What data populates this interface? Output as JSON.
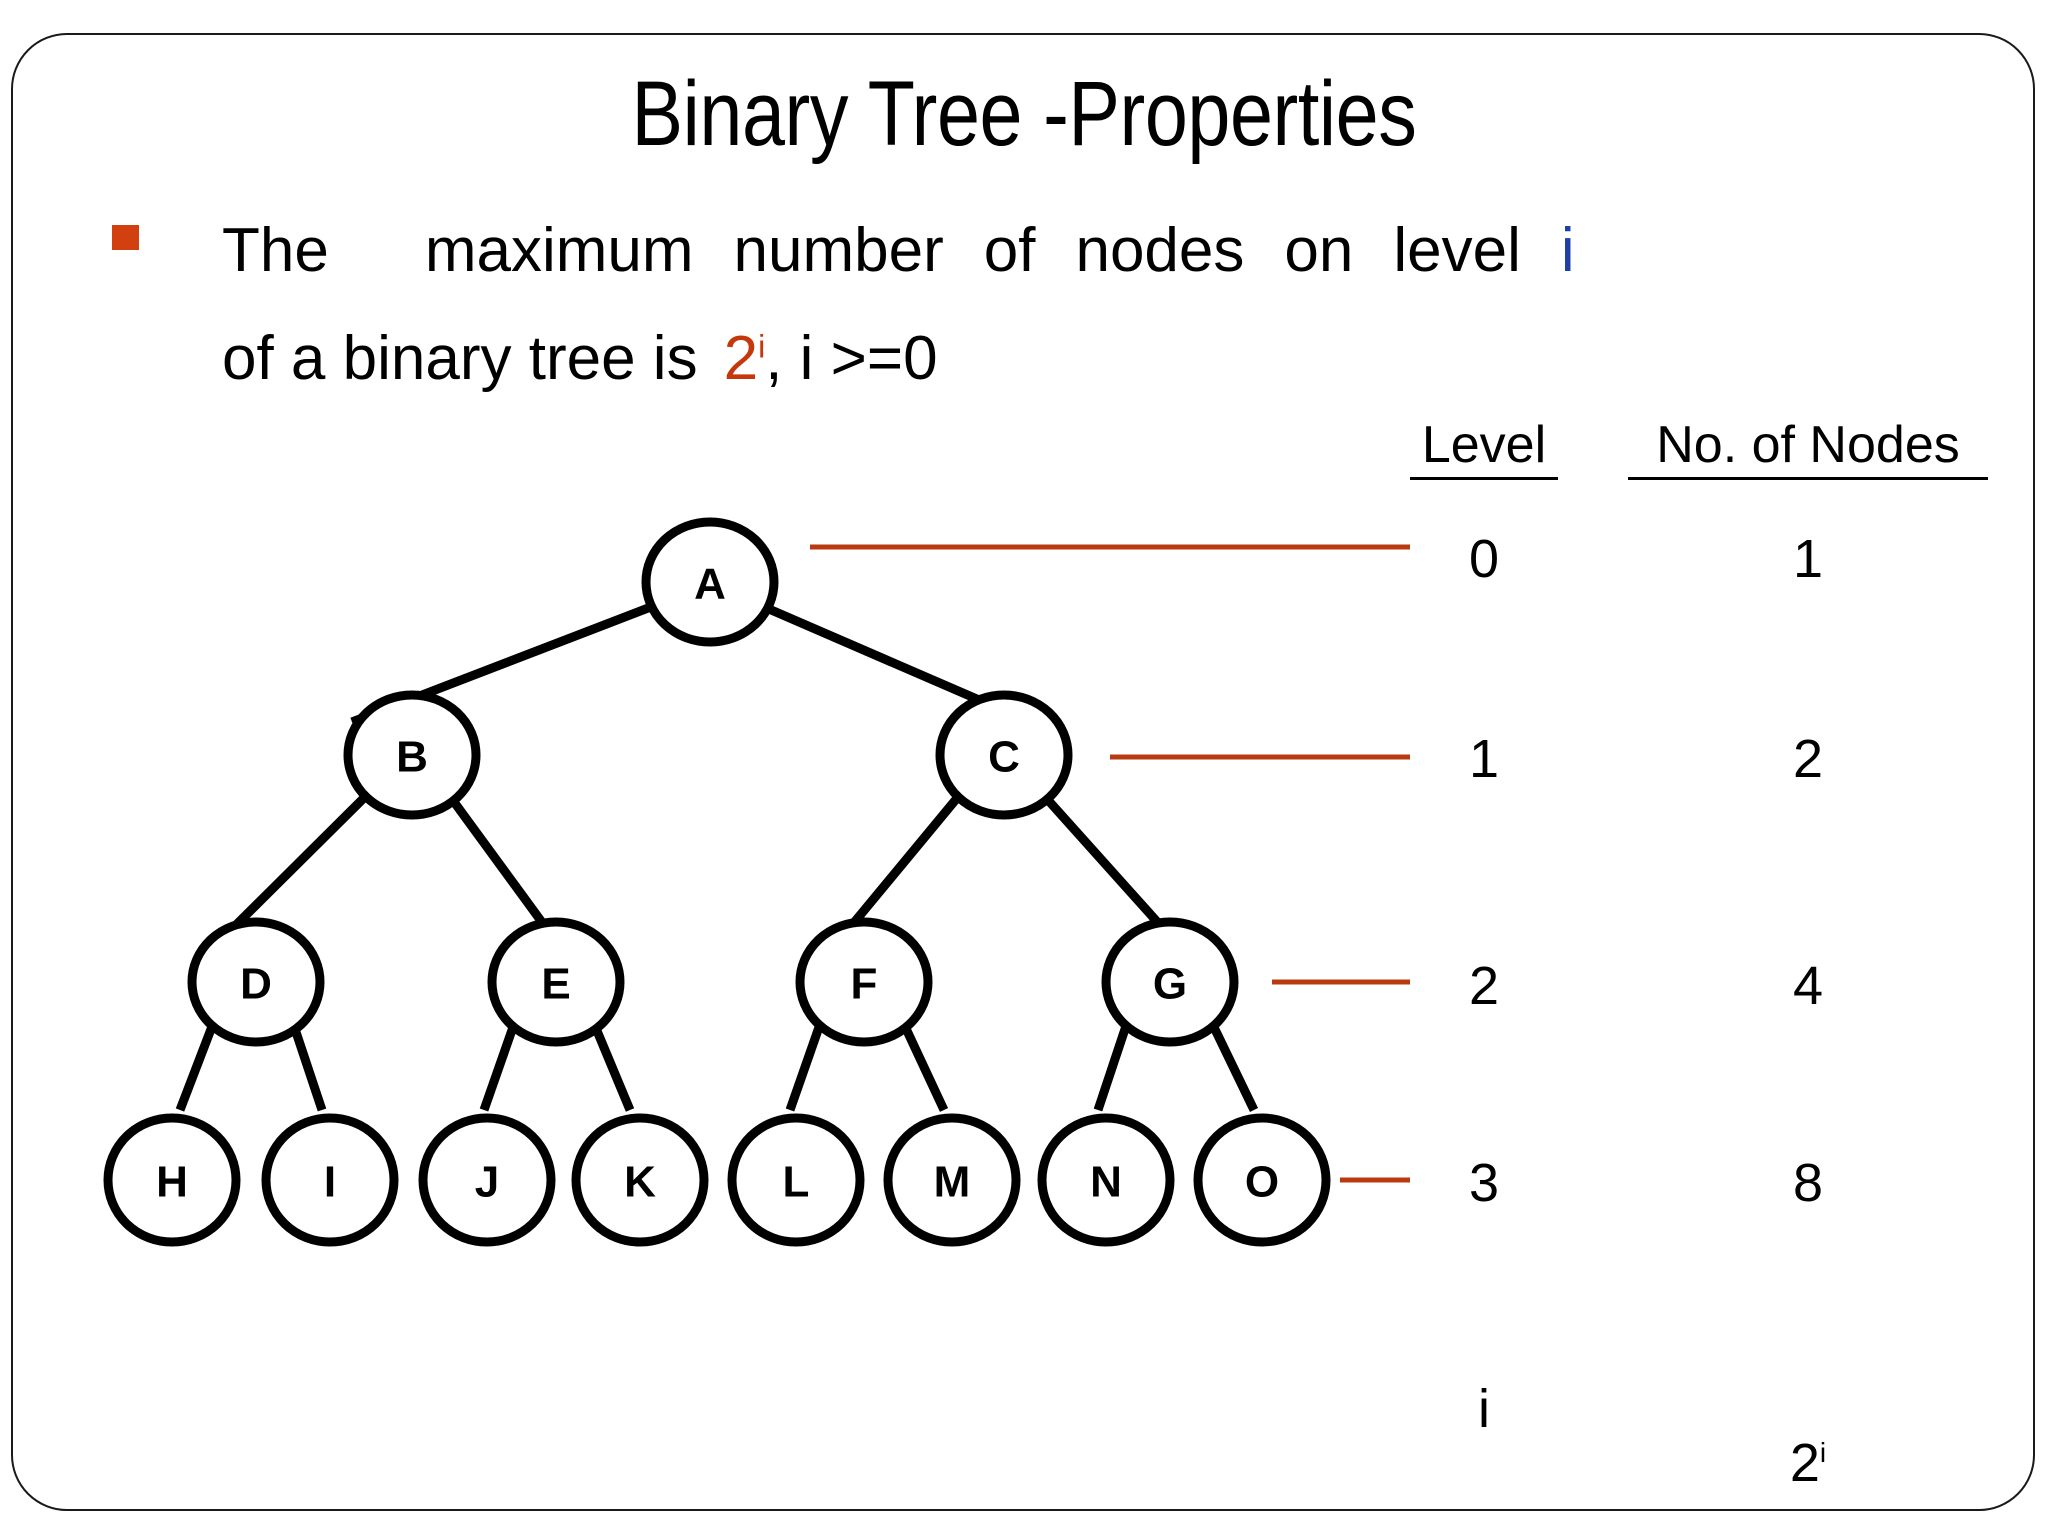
{
  "slide": {
    "title": "Binary Tree -Properties",
    "bullet": {
      "marker": "square-bullet",
      "line1_part1": "The",
      "line1_part2": "maximum",
      "line1_part3": "number",
      "line1_part4": "of",
      "line1_part5": "nodes",
      "line1_part6": "on",
      "line1_part7": "level",
      "line1_variable": "i",
      "line2_part1": "of  a  binary tree is",
      "line2_base": "2",
      "line2_exponent": "i",
      "line2_tail": ", i >=0"
    },
    "colors": {
      "bullet_marker": "#d2400f",
      "variable_blue": "#1f3fa8",
      "formula_orange": "#c4380c",
      "leader_line": "#b83a10",
      "node_stroke": "#000000",
      "text": "#000000",
      "frame": "#1a1a1a"
    }
  },
  "table": {
    "headers": [
      "Level",
      "No. of Nodes"
    ],
    "rows": [
      {
        "level": "0",
        "count": "1"
      },
      {
        "level": "1",
        "count": "2"
      },
      {
        "level": "2",
        "count": "4"
      },
      {
        "level": "3",
        "count": "8"
      },
      {
        "level": "i",
        "count_base": "2",
        "count_exponent": "i"
      }
    ]
  },
  "tree": {
    "type": "binary-tree",
    "root": "A",
    "levels": [
      {
        "level": 0,
        "nodes": [
          "A"
        ]
      },
      {
        "level": 1,
        "nodes": [
          "B",
          "C"
        ]
      },
      {
        "level": 2,
        "nodes": [
          "D",
          "E",
          "F",
          "G"
        ]
      },
      {
        "level": 3,
        "nodes": [
          "H",
          "I",
          "J",
          "K",
          "L",
          "M",
          "N",
          "O"
        ]
      }
    ],
    "edges": [
      [
        "A",
        "B"
      ],
      [
        "A",
        "C"
      ],
      [
        "B",
        "D"
      ],
      [
        "B",
        "E"
      ],
      [
        "C",
        "F"
      ],
      [
        "C",
        "G"
      ],
      [
        "D",
        "H"
      ],
      [
        "D",
        "I"
      ],
      [
        "E",
        "J"
      ],
      [
        "E",
        "K"
      ],
      [
        "F",
        "L"
      ],
      [
        "F",
        "M"
      ],
      [
        "G",
        "N"
      ],
      [
        "G",
        "O"
      ]
    ],
    "node_labels": {
      "A": "A",
      "B": "B",
      "C": "C",
      "D": "D",
      "E": "E",
      "F": "F",
      "G": "G",
      "H": "H",
      "I": "I",
      "J": "J",
      "K": "K",
      "L": "L",
      "M": "M",
      "N": "N",
      "O": "O"
    }
  }
}
